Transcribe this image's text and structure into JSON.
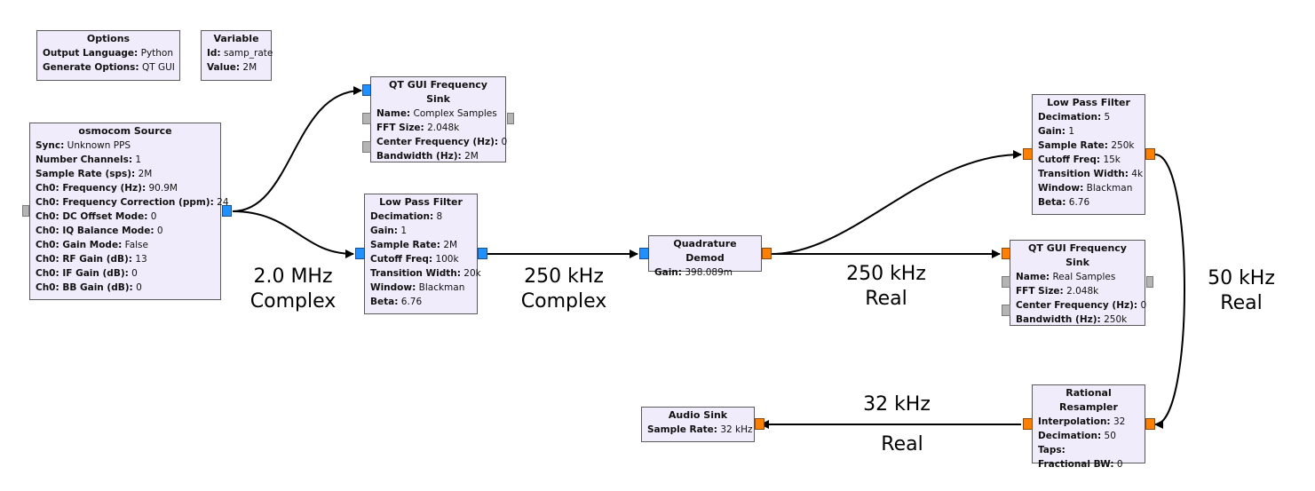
{
  "blocks": {
    "options": {
      "title": "Options",
      "rows": [
        {
          "k": "Output Language:",
          "v": "Python"
        },
        {
          "k": "Generate Options:",
          "v": "QT GUI"
        }
      ]
    },
    "variable": {
      "title": "Variable",
      "rows": [
        {
          "k": "Id:",
          "v": "samp_rate"
        },
        {
          "k": "Value:",
          "v": "2M"
        }
      ]
    },
    "osmocom": {
      "title": "osmocom Source",
      "rows": [
        {
          "k": "Sync:",
          "v": "Unknown PPS"
        },
        {
          "k": "Number Channels:",
          "v": "1"
        },
        {
          "k": "Sample Rate (sps):",
          "v": "2M"
        },
        {
          "k": "Ch0: Frequency (Hz):",
          "v": "90.9M"
        },
        {
          "k": "Ch0: Frequency Correction (ppm):",
          "v": "24"
        },
        {
          "k": "Ch0: DC Offset Mode:",
          "v": "0"
        },
        {
          "k": "Ch0: IQ Balance Mode:",
          "v": "0"
        },
        {
          "k": "Ch0: Gain Mode:",
          "v": "False"
        },
        {
          "k": "Ch0: RF Gain (dB):",
          "v": "13"
        },
        {
          "k": "Ch0: IF Gain (dB):",
          "v": "0"
        },
        {
          "k": "Ch0: BB Gain (dB):",
          "v": "0"
        }
      ]
    },
    "qt_sink_complex": {
      "title": "QT GUI Frequency Sink",
      "rows": [
        {
          "k": "Name:",
          "v": "Complex Samples"
        },
        {
          "k": "FFT Size:",
          "v": "2.048k"
        },
        {
          "k": "Center Frequency (Hz):",
          "v": "0"
        },
        {
          "k": "Bandwidth (Hz):",
          "v": "2M"
        }
      ]
    },
    "lpf1": {
      "title": "Low Pass Filter",
      "rows": [
        {
          "k": "Decimation:",
          "v": "8"
        },
        {
          "k": "Gain:",
          "v": "1"
        },
        {
          "k": "Sample Rate:",
          "v": "2M"
        },
        {
          "k": "Cutoff Freq:",
          "v": "100k"
        },
        {
          "k": "Transition Width:",
          "v": "20k"
        },
        {
          "k": "Window:",
          "v": "Blackman"
        },
        {
          "k": "Beta:",
          "v": "6.76"
        }
      ]
    },
    "quad_demod": {
      "title": "Quadrature Demod",
      "rows": [
        {
          "k": "Gain:",
          "v": "398.089m"
        }
      ]
    },
    "lpf2": {
      "title": "Low Pass Filter",
      "rows": [
        {
          "k": "Decimation:",
          "v": "5"
        },
        {
          "k": "Gain:",
          "v": "1"
        },
        {
          "k": "Sample Rate:",
          "v": "250k"
        },
        {
          "k": "Cutoff Freq:",
          "v": "15k"
        },
        {
          "k": "Transition Width:",
          "v": "4k"
        },
        {
          "k": "Window:",
          "v": "Blackman"
        },
        {
          "k": "Beta:",
          "v": "6.76"
        }
      ]
    },
    "qt_sink_real": {
      "title": "QT GUI Frequency Sink",
      "rows": [
        {
          "k": "Name:",
          "v": "Real Samples"
        },
        {
          "k": "FFT Size:",
          "v": "2.048k"
        },
        {
          "k": "Center Frequency (Hz):",
          "v": "0"
        },
        {
          "k": "Bandwidth (Hz):",
          "v": "250k"
        }
      ]
    },
    "resampler": {
      "title": "Rational Resampler",
      "rows": [
        {
          "k": "Interpolation:",
          "v": "32"
        },
        {
          "k": "Decimation:",
          "v": "50"
        },
        {
          "k": "Taps:",
          "v": ""
        },
        {
          "k": "Fractional BW:",
          "v": "0"
        }
      ]
    },
    "audio_sink": {
      "title": "Audio Sink",
      "rows": [
        {
          "k": "Sample Rate:",
          "v": "32 kHz"
        }
      ]
    }
  },
  "labels": {
    "l1": {
      "line1": "2.0 MHz",
      "line2": "Complex"
    },
    "l2": {
      "line1": "250 kHz",
      "line2": "Complex"
    },
    "l3": {
      "line1": "250 kHz",
      "line2": "Real"
    },
    "l4": {
      "line1": "50 kHz",
      "line2": "Real"
    },
    "l5": {
      "line1": "32 kHz",
      "line2": "Real"
    }
  },
  "colors": {
    "complex_port": "#1e90ff",
    "float_port": "#ff7f00",
    "message_port": "#b4b4b4",
    "block_bg": "#f0ecfb"
  }
}
